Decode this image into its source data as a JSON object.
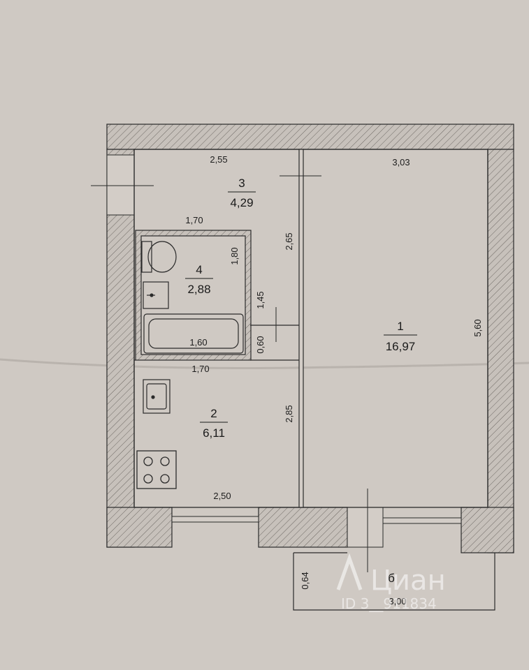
{
  "rooms": [
    {
      "number": "3",
      "area": "4,29"
    },
    {
      "number": "4",
      "area": "2,88"
    },
    {
      "number": "1",
      "area": "16,97"
    },
    {
      "number": "2",
      "area": "6,11"
    }
  ],
  "balcony": {
    "label": "б"
  },
  "dimensions": {
    "room3_top": "2,55",
    "room1_top": "3,03",
    "room3_bottom": "1,70",
    "room3_right": "2,65",
    "bath_right": "1,80",
    "bath_door": "1,45",
    "bath_gap": "0,60",
    "tub": "1,60",
    "kitchen_top": "1,70",
    "kitchen_right": "2,85",
    "kitchen_bottom": "2,50",
    "room1_right": "5,60",
    "balcony_depth": "0,64",
    "balcony_width": "3,00"
  },
  "watermark": {
    "brand": "Циан",
    "id": "ID 3__911834"
  }
}
